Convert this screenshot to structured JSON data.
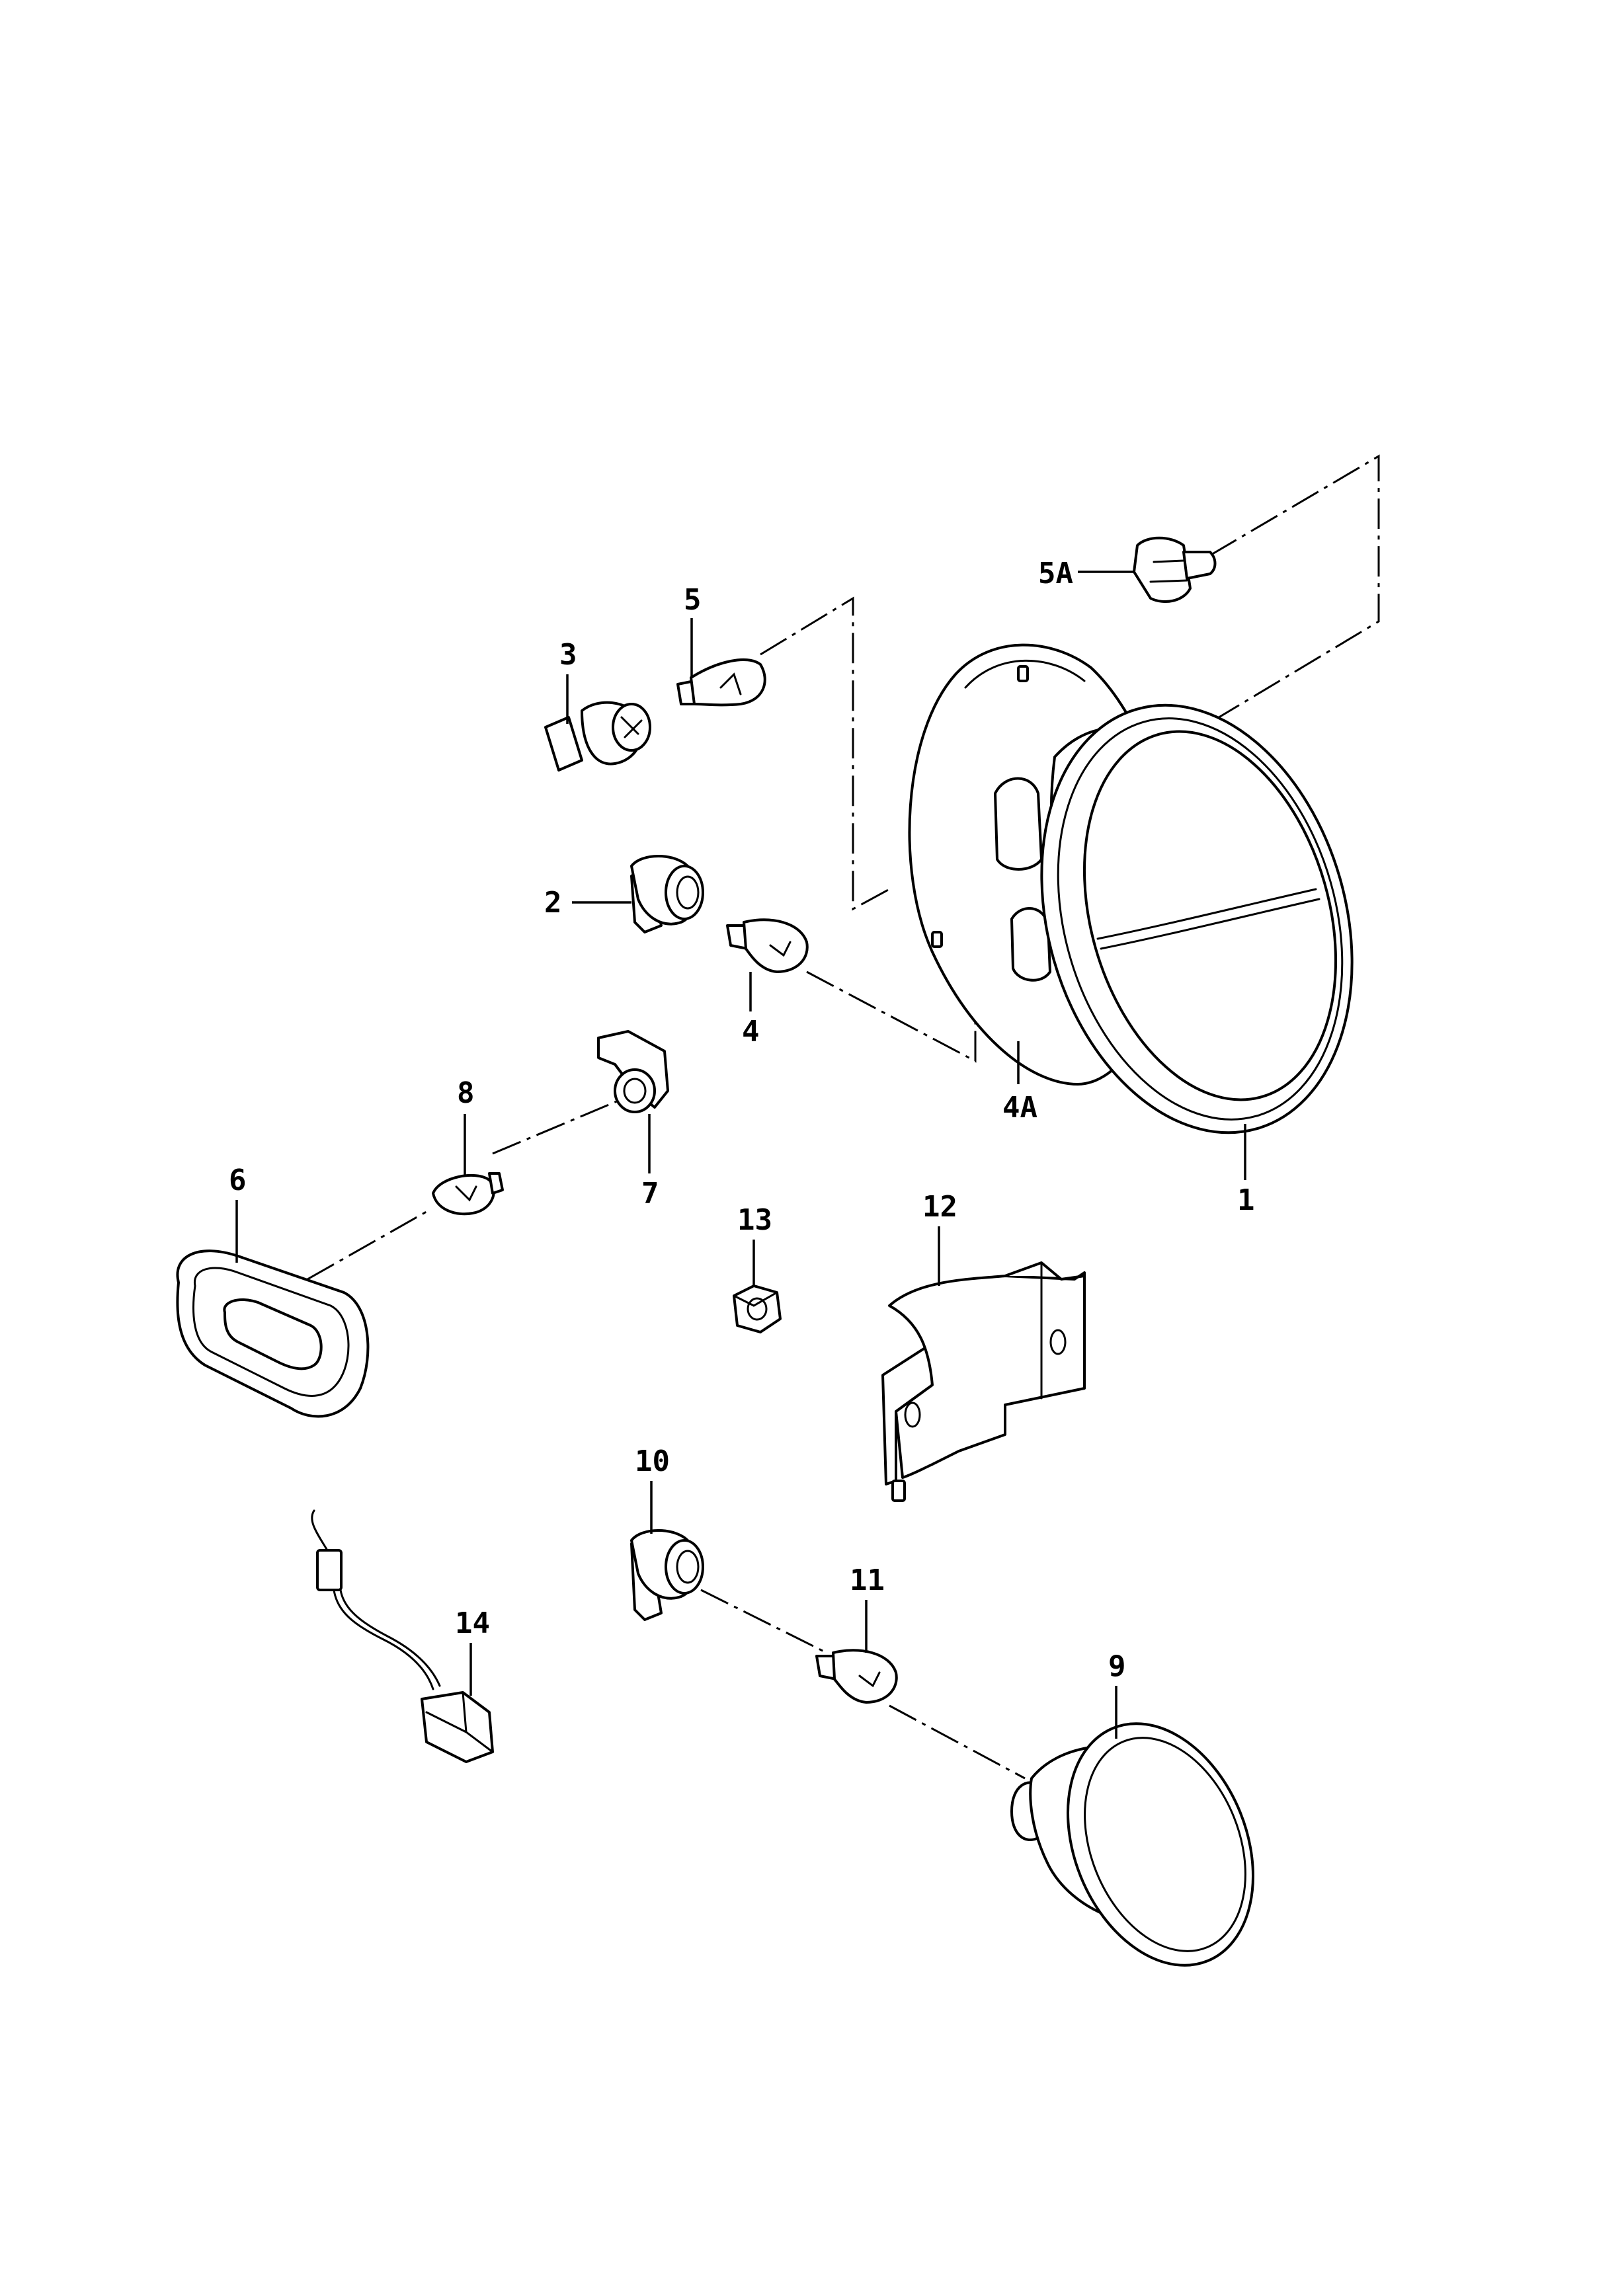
{
  "callouts": {
    "p1": "1",
    "p2": "2",
    "p3": "3",
    "p4": "4",
    "p4a": "4A",
    "p5": "5",
    "p5a": "5A",
    "p6": "6",
    "p7": "7",
    "p8": "8",
    "p9": "9",
    "p10": "10",
    "p11": "11",
    "p12": "12",
    "p13": "13",
    "p14": "14"
  },
  "colors": {
    "line": "#000000",
    "background": "#ffffff"
  }
}
